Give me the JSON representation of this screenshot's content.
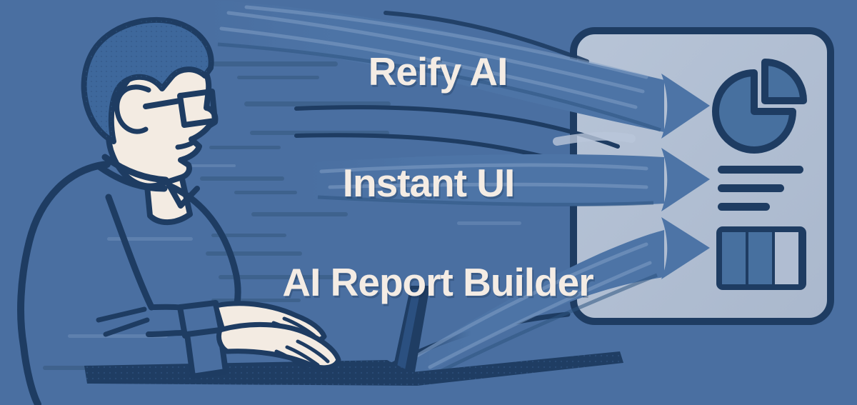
{
  "hero": {
    "labels": [
      {
        "text": "Reify AI"
      },
      {
        "text": "Instant UI"
      },
      {
        "text": "AI Report Builder"
      }
    ],
    "dashboard": {
      "icons": [
        "pie-chart-icon",
        "report-lines-icon",
        "column-table-icon"
      ]
    },
    "colors": {
      "background": "#4a6fa1",
      "line_navy": "#1e3c62",
      "panel_light": "#b0bdd2",
      "stream_blue": "#4d74a6",
      "skin_cream": "#f3ebe2",
      "hair_blue": "#3e689c",
      "icon_blue": "#47709f"
    }
  }
}
